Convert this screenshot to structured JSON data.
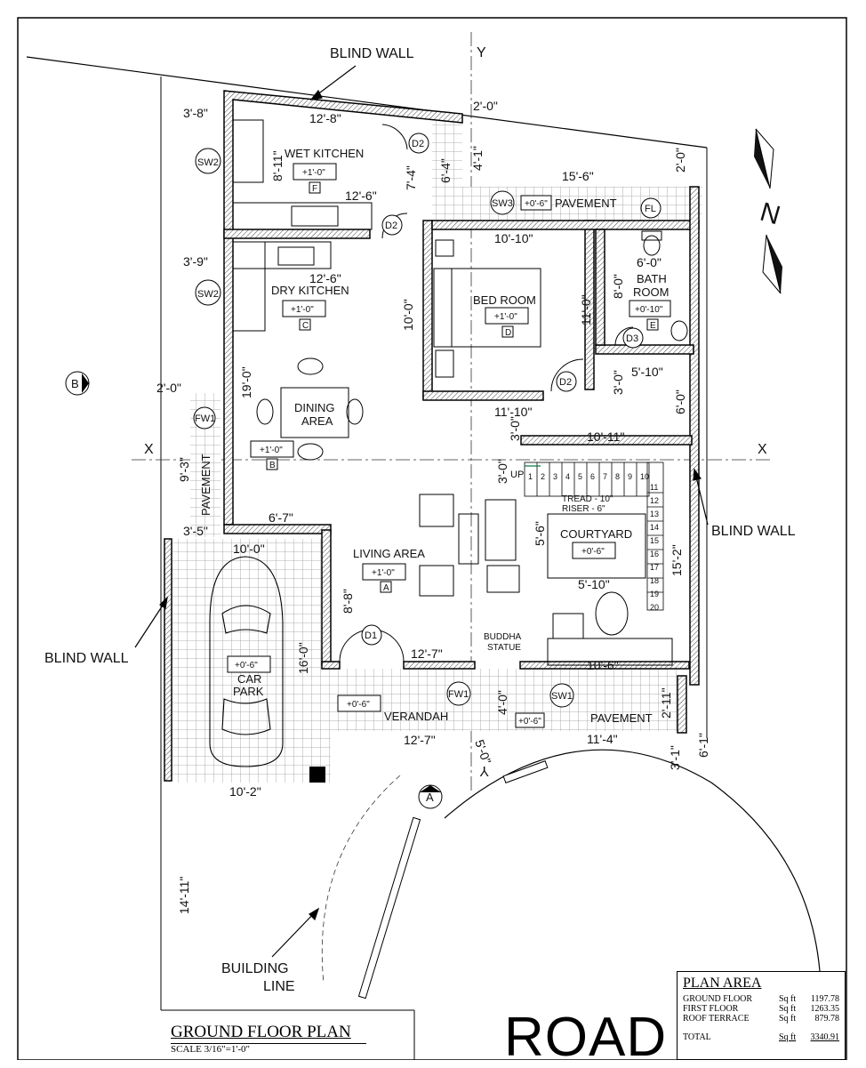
{
  "drawing": {
    "title": "GROUND FLOOR PLAN",
    "scale": "SCALE 3/16\"=1'-0\"",
    "road": "ROAD",
    "north": "N"
  },
  "notes": {
    "blind_wall": "BLIND WALL",
    "building_line_1": "BUILDING",
    "building_line_2": "LINE"
  },
  "rooms": {
    "wet_kitchen": {
      "name": "WET KITCHEN",
      "level": "+1'-0\"",
      "tag": "F"
    },
    "dry_kitchen": {
      "name": "DRY KITCHEN",
      "level": "+1'-0\"",
      "tag": "C"
    },
    "bed_room": {
      "name": "BED ROOM",
      "level": "+1'-0\"",
      "tag": "D"
    },
    "bath_room": {
      "name1": "BATH",
      "name2": "ROOM",
      "level": "+0'-10\"",
      "tag": "E"
    },
    "dining": {
      "name1": "DINING",
      "name2": "AREA",
      "level": "+1'-0\"",
      "tag": "B"
    },
    "living": {
      "name": "LIVING AREA",
      "level": "+1'-0\"",
      "tag": "A"
    },
    "courtyard": {
      "name": "COURTYARD",
      "level": "+0'-6\""
    },
    "car_park": {
      "name1": "CAR",
      "name2": "PARK",
      "level": "+0'-6\""
    },
    "verandah": {
      "name": "VERANDAH",
      "level": "+0'-6\"",
      "level2": "+0'-6\""
    },
    "pavement_top": {
      "name": "PAVEMENT",
      "level": "+0'-6\""
    },
    "pavement_side": {
      "name": "PAVEMENT"
    },
    "pavement_bottom": {
      "name": "PAVEMENT"
    }
  },
  "stairs": {
    "up": "UP",
    "tread": "TREAD - 10\"",
    "riser": "RISER - 6\"",
    "steps": [
      "1",
      "2",
      "3",
      "4",
      "5",
      "6",
      "7",
      "8",
      "9",
      "10",
      "11",
      "12",
      "13",
      "14",
      "15",
      "16",
      "17",
      "18",
      "19",
      "20"
    ]
  },
  "labels": {
    "buddha_1": "BUDDHA",
    "buddha_2": "STATUE"
  },
  "symbols": {
    "sw2": "SW2",
    "sw3": "SW3",
    "sw1": "SW1",
    "d1": "D1",
    "d2": "D2",
    "d3": "D3",
    "fw1": "FW1",
    "fl": "FL",
    "grid_a": "A",
    "grid_b": "B",
    "axis_x": "X",
    "axis_y": "Y"
  },
  "dimensions": {
    "d_3_8": "3'-8\"",
    "d_12_8": "12'-8\"",
    "d_2_0_top": "2'-0\"",
    "d_8_11": "8'-11\"",
    "d_7_4": "7'-4\"",
    "d_6_4": "6'-4\"",
    "d_4_1": "4'-1\"",
    "d_15_6": "15'-6\"",
    "d_2_0_r": "2'-0\"",
    "d_12_6_a": "12'-6\"",
    "d_10_10": "10'-10\"",
    "d_3_9": "3'-9\"",
    "d_6_0_a": "6'-0\"",
    "d_12_6_b": "12'-6\"",
    "d_8_0": "8'-0\"",
    "d_10_0": "10'-0\"",
    "d_11_0": "11'-0\"",
    "d_5_10_a": "5'-10\"",
    "d_3_0_a": "3'-0\"",
    "d_2_0_l": "2'-0\"",
    "d_19_0": "19'-0\"",
    "d_11_10": "11'-10\"",
    "d_3_0_b": "3'-0\"",
    "d_6_0_b": "6'-0\"",
    "d_10_11": "10'-11\"",
    "d_9_3": "9'-3\"",
    "d_3_0_c": "3'-0\"",
    "d_6_7": "6'-7\"",
    "d_3_5": "3'-5\"",
    "d_5_6": "5'-6\"",
    "d_15_2": "15'-2\"",
    "d_5_10_b": "5'-10\"",
    "d_8_8": "8'-8\"",
    "d_16_0": "16'-0\"",
    "d_12_7_a": "12'-7\"",
    "d_10_6": "10'-6\"",
    "d_4_0": "4'-0\"",
    "d_2_11": "2'-11\"",
    "d_12_7_b": "12'-7\"",
    "d_11_4": "11'-4\"",
    "d_3_1": "3'-1\"",
    "d_6_1": "6'-1\"",
    "d_5_0": "5'-0\"",
    "d_10_2": "10'-2\"",
    "d_14_11": "14'-11\""
  },
  "plan_area": {
    "title": "PLAN AREA",
    "rows": [
      {
        "name": "GROUND FLOOR",
        "unit": "Sq ft",
        "value": "1197.78"
      },
      {
        "name": "FIRST FLOOR",
        "unit": "Sq ft",
        "value": "1263.35"
      },
      {
        "name": "ROOF TERRACE",
        "unit": "Sq ft",
        "value": "879.78"
      }
    ],
    "total": {
      "name": "TOTAL",
      "unit": "Sq ft",
      "value": "3340.91"
    }
  }
}
